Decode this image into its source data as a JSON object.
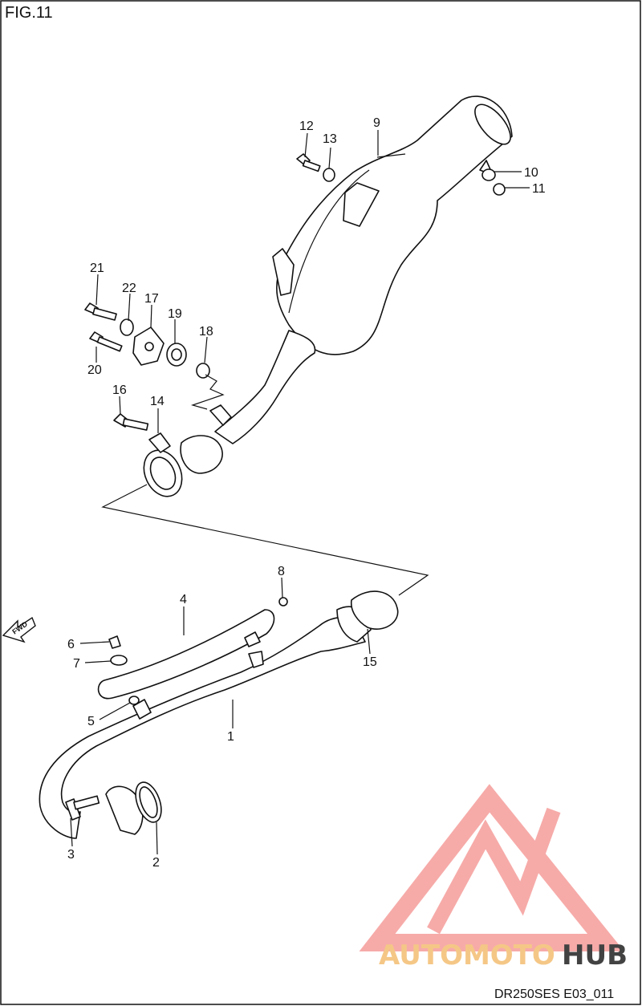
{
  "figure_label": "FIG.11",
  "drawing_code": "DR250SES E03_011",
  "fwd_label": "FWD",
  "watermark": {
    "part1": "AUTOMOTO",
    "part2": "HUB",
    "color_light": "#f6a3a0",
    "color_dark": "#2e2e2e",
    "accent": "#f4c27a"
  },
  "callouts": {
    "c1": "1",
    "c2": "2",
    "c3": "3",
    "c4": "4",
    "c5": "5",
    "c6": "6",
    "c7": "7",
    "c8": "8",
    "c9": "9",
    "c10": "10",
    "c11": "11",
    "c12": "12",
    "c13": "13",
    "c14": "14",
    "c15": "15",
    "c16": "16",
    "c17": "17",
    "c18": "18",
    "c19": "19",
    "c20": "20",
    "c21": "21",
    "c22": "22"
  }
}
